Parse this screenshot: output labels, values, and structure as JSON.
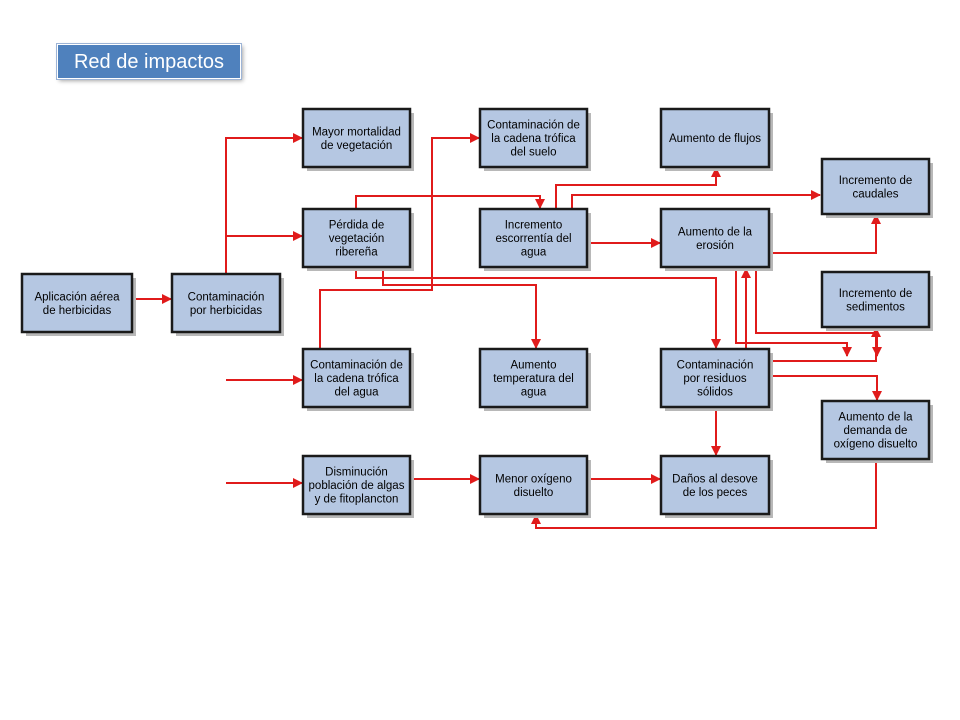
{
  "title": "Red de impactos",
  "colors": {
    "arrow": "#e01b1b",
    "box_fill": "#b5c7e2",
    "title_fill": "#4f81bd"
  },
  "nodes": [
    {
      "id": "aplicacion",
      "lines": [
        "Aplicación aérea",
        "de herbicidas"
      ]
    },
    {
      "id": "contaminacion-herbicidas",
      "lines": [
        "Contaminación",
        "por herbicidas"
      ]
    },
    {
      "id": "mortalidad-vegetacion",
      "lines": [
        "Mayor mortalidad",
        "de vegetación"
      ]
    },
    {
      "id": "perdida-vegetacion",
      "lines": [
        "Pérdida de",
        "vegetación",
        "ribereña"
      ]
    },
    {
      "id": "cadena-trofica-agua",
      "lines": [
        "Contaminación de",
        "la cadena trófica",
        "del agua"
      ]
    },
    {
      "id": "disminucion-algas",
      "lines": [
        "Disminución",
        "población de algas",
        "y de fitoplancton"
      ]
    },
    {
      "id": "cadena-trofica-suelo",
      "lines": [
        "Contaminación de",
        "la cadena trófica",
        "del suelo"
      ]
    },
    {
      "id": "escorrentia",
      "lines": [
        "Incremento",
        "escorrentía del",
        "agua"
      ]
    },
    {
      "id": "temperatura",
      "lines": [
        "Aumento",
        "temperatura del",
        "agua"
      ]
    },
    {
      "id": "oxigeno",
      "lines": [
        "Menor oxígeno",
        "disuelto"
      ]
    },
    {
      "id": "flujos",
      "lines": [
        "Aumento de flujos"
      ]
    },
    {
      "id": "erosion",
      "lines": [
        "Aumento de la",
        "erosión"
      ]
    },
    {
      "id": "residuos",
      "lines": [
        "Contaminación",
        "por residuos",
        "sólidos"
      ]
    },
    {
      "id": "desove",
      "lines": [
        "Daños al desove",
        "de los peces"
      ]
    },
    {
      "id": "caudales",
      "lines": [
        "Incremento de",
        "caudales"
      ]
    },
    {
      "id": "sedimentos",
      "lines": [
        "Incremento de",
        "sedimentos"
      ]
    },
    {
      "id": "demanda-oxigeno",
      "lines": [
        "Aumento de la",
        "demanda de",
        "oxígeno disuelto"
      ]
    }
  ],
  "edges": [
    {
      "from": "aplicacion",
      "to": "contaminacion-herbicidas"
    },
    {
      "from": "contaminacion-herbicidas",
      "to": "mortalidad-vegetacion"
    },
    {
      "from": "contaminacion-herbicidas",
      "to": "perdida-vegetacion"
    },
    {
      "from": "contaminacion-herbicidas",
      "to": "cadena-trofica-agua"
    },
    {
      "from": "contaminacion-herbicidas",
      "to": "disminucion-algas"
    },
    {
      "from": "cadena-trofica-agua",
      "to": "cadena-trofica-suelo"
    },
    {
      "from": "perdida-vegetacion",
      "to": "escorrentia"
    },
    {
      "from": "perdida-vegetacion",
      "to": "temperatura"
    },
    {
      "from": "perdida-vegetacion",
      "to": "residuos"
    },
    {
      "from": "escorrentia",
      "to": "flujos"
    },
    {
      "from": "escorrentia",
      "to": "caudales"
    },
    {
      "from": "escorrentia",
      "to": "erosion"
    },
    {
      "from": "erosion",
      "to": "caudales"
    },
    {
      "from": "erosion",
      "to": "sedimentos"
    },
    {
      "from": "erosion",
      "to": "demanda-oxigeno"
    },
    {
      "from": "residuos",
      "to": "erosion"
    },
    {
      "from": "residuos",
      "to": "sedimentos"
    },
    {
      "from": "residuos",
      "to": "demanda-oxigeno"
    },
    {
      "from": "residuos",
      "to": "desove"
    },
    {
      "from": "disminucion-algas",
      "to": "oxigeno"
    },
    {
      "from": "oxigeno",
      "to": "desove"
    },
    {
      "from": "demanda-oxigeno",
      "to": "oxigeno"
    }
  ]
}
